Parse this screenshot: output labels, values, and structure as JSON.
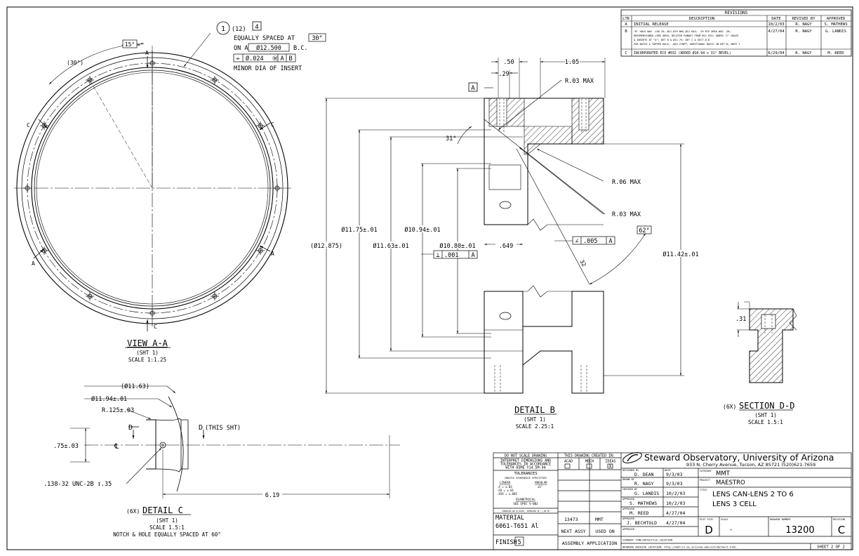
{
  "revisions": {
    "title": "REVISIONS",
    "headers": [
      "LTR",
      "DESCRIPTION",
      "DATE",
      "REVISED BY",
      "APPROVED"
    ],
    "rows": [
      {
        "ltr": "A",
        "desc": [
          "INITIAL RELEASE"
        ],
        "date": "10/2/03",
        "by": "R. NAGY",
        "appr": "S. MATHEWS"
      },
      {
        "ltr": "B",
        "desc": [
          "\"B\" HOLE WAS .150-35; Ø11.629 WAS Ø11.645; .29 RTV AREA WAS .28;",
          "REDIMENSIONED LENS AREA; DELETED RUNOUT FROM Ø11.925; ADDED \"C\" HOLES",
          "& INSERTS AT \"A\"; DET B & Ø11.75; DET C & SECT D-D",
          "FOR NOTCH & TAPPED HOLE; .062-27NPT; ADDITIONAL BASIC IN DET B; NOTE 7"
        ],
        "date": "4/27/04",
        "by": "R. NAGY",
        "appr": "G. LANDIS"
      },
      {
        "ltr": "C",
        "desc": [
          "INCORPORATED ECO #032 (ADDED Ø10.94 x 31° BEVEL)"
        ],
        "date": "6/29/04",
        "by": "R. NAGY",
        "appr": "M. REED"
      }
    ]
  },
  "view_aa": {
    "callout_num": "1",
    "callout_qty": "(12)",
    "flag_note": "4",
    "line1_prefix": "EQUALLY SPACED AT",
    "line1_box": "30°",
    "line2_prefix": "ON A",
    "line2_box": "Ø12.500",
    "line2_suffix": "B.C.",
    "fcf_sym": "⌖",
    "fcf_tol": "Ø.024",
    "fcf_mod": "Ⓜ",
    "fcf_a": "A",
    "fcf_b": "B",
    "line4": "MINOR DIA OF INSERT",
    "angle_15": "15°",
    "angle_30": "(30°)",
    "label_a": "A",
    "label_c": "C",
    "title": "VIEW A-A",
    "sheet": "(SHT 1)",
    "scale": "SCALE 1:1.25"
  },
  "detail_b": {
    "dim_50": ".50",
    "dim_105": "1.05",
    "dim_29": ".29",
    "datum_a": "A",
    "r03_top": "R.03 MAX",
    "angle_31": "31°",
    "r06": "R.06 MAX",
    "r03_mid": "R.03 MAX",
    "dim_1175": "Ø11.75±.01",
    "dim_1094": "Ø10.94±.01",
    "dim_12875": "(Ø12.875)",
    "dim_1163": "Ø11.63±.01",
    "dim_1080": "Ø10.80±.01",
    "dim_649": ".649",
    "perp_sym": "⊥",
    "perp_tol": ".001",
    "perp_datum": "A",
    "ang_sym": "∠",
    "ang_tol": ".005",
    "ang_datum": "A",
    "angle_62": "62°",
    "finish_32": "32",
    "dim_1142": "Ø11.42±.01",
    "title": "DETAIL B",
    "sheet": "(SHT 1)",
    "scale": "SCALE 2.25:1"
  },
  "detail_c": {
    "dim_1163": "(Ø11.63)",
    "dim_1194": "Ø11.94±.01",
    "r125": "R.125±.03",
    "d_left": "D",
    "d_right": "D",
    "this_sht": "(THIS SHT)",
    "dim_75": ".75±.03",
    "cl": "℄",
    "thread": ".138-32 UNC-2B ↧.35",
    "dim_619": "6.19",
    "prefix": "(6X)",
    "title": "DETAIL C",
    "sheet": "(SHT 1)",
    "scale": "SCALE 1.5:1",
    "note": "NOTCH & HOLE EQUALLY SPACED AT 60°"
  },
  "section_dd": {
    "dim_31": ".31",
    "prefix": "(6X)",
    "title": "SECTION D-D",
    "sheet": "(SHT 1)",
    "scale": "SCALE 1.5:1"
  },
  "title_block": {
    "do_not_scale": "DO NOT SCALE DRAWING",
    "interpret": [
      "INTERPRET DIMENSIONS AND",
      "TOLERANCES IN ACCORDANCE",
      "WITH ASME Y14.5M-94"
    ],
    "tolerances": "TOLERANCES",
    "unless": "UNLESS OTHERWISE SPECIFIED",
    "linear": "LINEAR",
    "angular": "ANGULAR",
    "tol_x": ".X   = ±.03",
    "tol_xx": ".XX  = ±.01",
    "tol_xxx": ".XXX = ±.005",
    "tol_ang": "±1°",
    "diametral": "DIAMETRICAL",
    "see_spec": "SEE SPEC S-002",
    "dims_note": "DIMENSIONS ARE IN INCHES / DIMENSIONS IN [ ] ARE MM",
    "material_label": "MATERIAL",
    "material": "6061-T651 Al",
    "finish_label": "FINISH",
    "finish_num": "5",
    "created_in": "THIS DRAWING CREATED IN:",
    "acad": "ACAD",
    "mech": "MECH",
    "ideas": "IDEAS",
    "ideas_mark": "X",
    "next_assy_num": "13473",
    "next_assy_proj": "MMT",
    "next_assy": "NEXT ASSY",
    "used_on": "USED ON",
    "assembly_app": "ASSEMBLY APPLICATION",
    "org": "Steward Observatory, University of Arizona",
    "address": "933 N. Cherry Avenue, Tucson, AZ  85721   (520)621-7659",
    "designed_by_label": "DESIGNED BY",
    "designed_by": "D. DEAN",
    "date_label": "DATE",
    "designed_date": "9/3/03",
    "drawn_by_label": "DRAWN BY",
    "drawn_by": "R. NAGY",
    "drawn_date": "9/3/03",
    "checked_by_label": "CHECKED BY",
    "checked_by": "G. LANDIS",
    "checked_date": "10/2/03",
    "approved_label": "APPROVED",
    "approved1": "S. MATHEWS",
    "approved1_date": "10/2/03",
    "approved2": "M. REED",
    "approved2_date": "4/27/04",
    "approved3": "J. BECHTOLD",
    "approved3_date": "4/27/04",
    "approved4_label": "APPROVED",
    "category_label": "CATEGORY",
    "category": "MMT",
    "project_label": "PROJECT",
    "project": "MAESTRO",
    "title_label": "TITLE",
    "title1": "LENS CAN-LENS 2 TO 6",
    "title2": "LENS 3 CELL",
    "plot_size_label": "PLOT SIZE",
    "plot_size": "D",
    "scale_label": "SCALE",
    "scale": "-",
    "dwg_num_label": "DRAWING NUMBER",
    "dwg_num": "13200",
    "revision_label": "REVISION",
    "revision": "C",
    "current_time": "CURRENT TIME/DATE/FILE LOCATION",
    "archive": "DRAWING ARCHIVE LOCATION: http://mmtrc1.as.arizona.edu/sc5/default.html",
    "sheet": "SHEET 2 OF 2"
  }
}
